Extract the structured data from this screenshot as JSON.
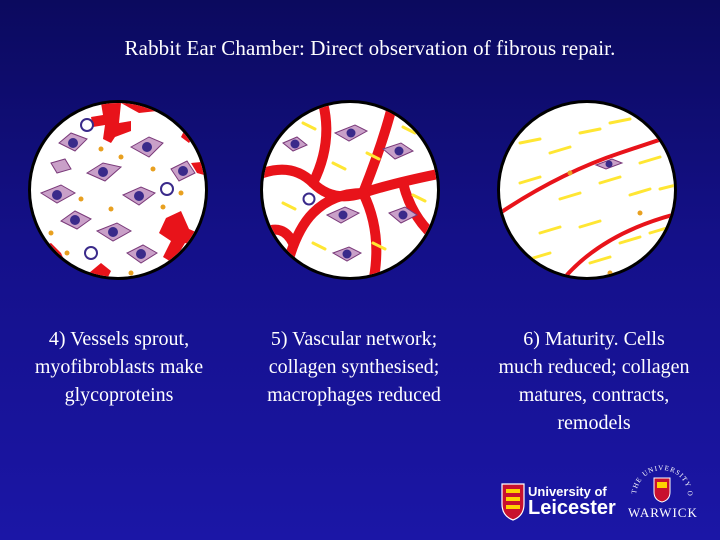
{
  "title": "Rabbit Ear Chamber:  Direct observation of fibrous repair.",
  "panels": [
    {
      "lines": [
        "4) Vessels sprout,",
        "myofibroblasts make",
        "glycoproteins"
      ]
    },
    {
      "lines": [
        "5) Vascular network;",
        "collagen synthesised;",
        "macrophages reduced"
      ]
    },
    {
      "lines": [
        "6)  Maturity. Cells",
        "much reduced; collagen",
        "matures, contracts,",
        "remodels"
      ]
    }
  ],
  "logos": {
    "leicester_top": "University of",
    "leicester_bottom": "Leicester",
    "warwick_arc": "THE UNIVERSITY OF",
    "warwick_name": "WARWICK"
  },
  "colors": {
    "background": "#141089",
    "vessel": "#e8131a",
    "collagen": "#ffe633",
    "cell": "#c9a0c8",
    "nucleus": "#3a2a8a",
    "circle_fill": "#ffffff"
  }
}
